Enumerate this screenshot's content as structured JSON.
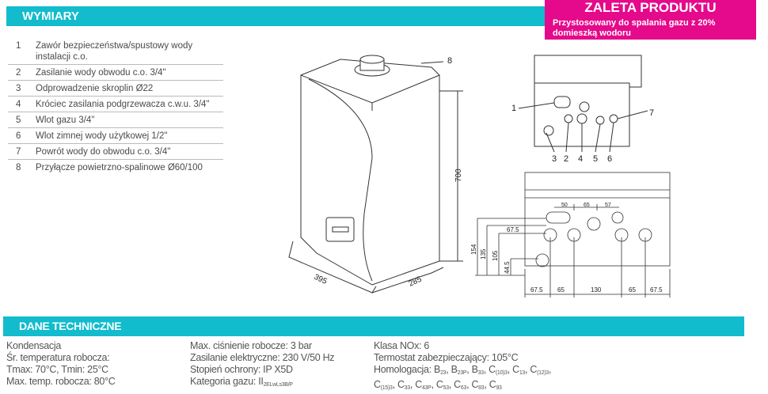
{
  "dimensions": {
    "title": "WYMIARY",
    "items": [
      {
        "num": "1",
        "label": "Zawór bezpieczeństwa/spustowy wody instalacji c.o."
      },
      {
        "num": "2",
        "label": "Zasilanie wody obwodu c.o. 3/4\""
      },
      {
        "num": "3",
        "label": "Odprowadzenie skroplin Ø22"
      },
      {
        "num": "4",
        "label": "Króciec zasilania podgrzewacza c.w.u. 3/4\""
      },
      {
        "num": "5",
        "label": "Wlot gazu 3/4\""
      },
      {
        "num": "6",
        "label": "Wlot zimnej wody użytkowej 1/2\""
      },
      {
        "num": "7",
        "label": "Powrót wody do obwodu c.o. 3/4\""
      },
      {
        "num": "8",
        "label": "Przyłącze powietrzno-spalinowe Ø60/100"
      }
    ]
  },
  "promo": {
    "title": "ZALETA PRODUKTU",
    "text": "Przystosowany do spalania gazu z 20% domieszką wodoru"
  },
  "drawing": {
    "boiler": {
      "flue_label": "8",
      "height": "700",
      "width": "395",
      "depth": "285"
    },
    "top_view": {
      "labels": [
        "1",
        "2",
        "3",
        "4",
        "5",
        "6",
        "7"
      ]
    },
    "bottom_view": {
      "top_dims": [
        "50",
        "65",
        "57"
      ],
      "left_dims": [
        "154",
        "135",
        "105",
        "44.5"
      ],
      "inner_dim": "67.5",
      "bottom_dims": [
        "67.5",
        "65",
        "130",
        "65",
        "67.5"
      ]
    }
  },
  "tech": {
    "title": "DANE TECHNICZNE",
    "col1": [
      "Kondensacja",
      "Śr. temperatura robocza:",
      "Tmax: 70°C, Tmin: 25°C",
      "Max. temp. robocza: 80°C"
    ],
    "col2": [
      "Max. ciśnienie robocze: 3 bar",
      "Zasilanie elektryczne: 230 V/50 Hz",
      "Stopień ochrony: IP X5D"
    ],
    "gas_category": {
      "label": "Kategoria gazu: ",
      "base": "II",
      "sub": "2ELwLs3B/P"
    },
    "col3": [
      "Klasa NOx: 6",
      "Termostat zabezpieczający: 105°C"
    ],
    "homologation_label": "Homologacja: ",
    "homologation_line1": [
      {
        "b": "B",
        "s": "23"
      },
      {
        "b": "B",
        "s": "23P"
      },
      {
        "b": "B",
        "s": "33"
      },
      {
        "b": "C",
        "s": "(10)3"
      },
      {
        "b": "C",
        "s": "13"
      },
      {
        "b": "C",
        "s": "(12)3"
      }
    ],
    "homologation_line2": [
      {
        "b": "C",
        "s": "(15)3"
      },
      {
        "b": "C",
        "s": "33"
      },
      {
        "b": "C",
        "s": "43P"
      },
      {
        "b": "C",
        "s": "53"
      },
      {
        "b": "C",
        "s": "63"
      },
      {
        "b": "C",
        "s": "83"
      },
      {
        "b": "C",
        "s": "93"
      }
    ]
  }
}
